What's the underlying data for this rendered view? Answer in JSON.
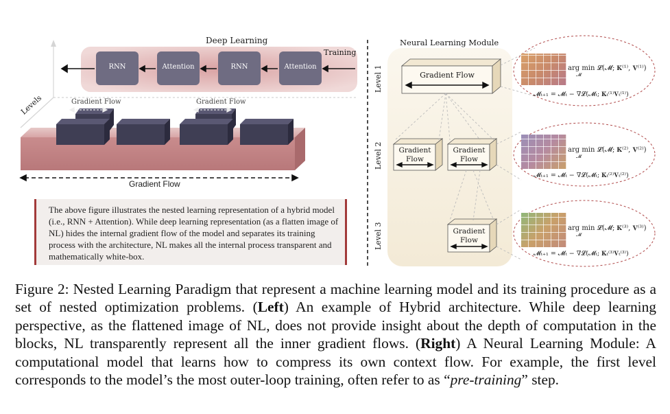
{
  "left": {
    "title": "Deep Learning",
    "training_label": "Training",
    "levels_label": "Levels",
    "blocks": [
      "RNN",
      "Attention",
      "RNN",
      "Attention"
    ],
    "gradient_flow_small": [
      "Gradient Flow",
      "Gradient Flow"
    ],
    "gradient_flow_bottom": "Gradient Flow",
    "note": "The above figure illustrates the nested learning representation of a hybrid model (i.e., RNN + Attention). While deep learning representation (as a flatten image of NL) hides the internal gradient flow of the model and separates its training process with the architecture, NL makes all the internal process transparent and mathematically white-box."
  },
  "right": {
    "title": "Neural Learning Module",
    "levels": [
      "Level 1",
      "Level 2",
      "Level 3"
    ],
    "gradient_flow_boxes": [
      "Gradient Flow",
      "Gradient Flow",
      "Gradient Flow",
      "Gradient Flow"
    ],
    "math": [
      {
        "argmin": "arg min 𝓛(𝓜; 𝐊⁽¹⁾, 𝐕⁽¹⁾)",
        "sub": "𝓜",
        "update": "𝓜ₜ₊₁ = 𝓜ₜ − ∇𝓛(𝓜ₜ; 𝐊ₜ⁽¹⁾𝐕ₜ⁽¹⁾)"
      },
      {
        "argmin": "arg min 𝓛(𝓜; 𝐊⁽²⁾, 𝐕⁽²⁾)",
        "sub": "𝓜",
        "update": "𝓜ₜ₊₁ = 𝓜ₜ − ∇𝓛(𝓜ₜ; 𝐊ₜ⁽²⁾𝐕ₜ⁽²⁾)"
      },
      {
        "argmin": "arg min 𝓛(𝓜; 𝐊⁽³⁾, 𝐕⁽³⁾)",
        "sub": "𝓜",
        "update": "𝓜ₜ₊₁ = 𝓜ₜ − ∇𝓛(𝓜ₜ; 𝐊ₜ⁽³⁾𝐕ₜ⁽³⁾)"
      }
    ]
  },
  "caption": {
    "prefix": "Figure 2: Nested Learning Paradigm that represent a machine learning model and its training procedure as a set of nested optimization problems. (",
    "left_bold": "Left",
    "mid": ") An example of Hybrid architecture. While deep learning perspective, as the flattened image of NL, does not provide insight about the depth of computation in the blocks, NL transparently represent all the inner gradient flows. (",
    "right_bold": "Right",
    "after_right": ") A Neural Learning Module: A computational model that learns how to compress its own context flow. For example, the first level corresponds to the model’s the most outer-loop training, often refer to as “",
    "italic": "pre-training",
    "end": "” step."
  },
  "colors": {
    "band": "#c98e90",
    "block": "#6f6c82",
    "slab": "#c58384",
    "dark_block": "#3f3e54",
    "module_bg": "#f7f1e3",
    "divider": "#111111"
  }
}
